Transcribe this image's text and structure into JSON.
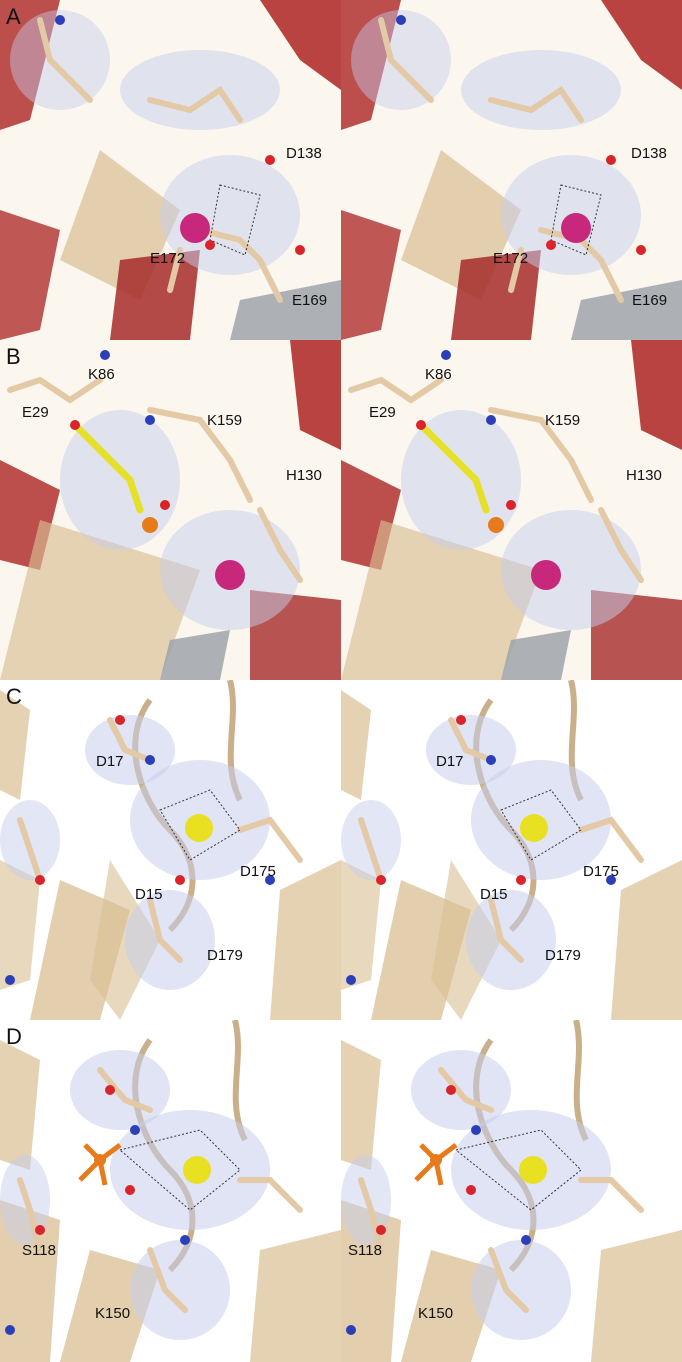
{
  "panels": [
    {
      "letter": "A",
      "labels": [
        "D138",
        "E172",
        "E169"
      ]
    },
    {
      "letter": "B",
      "labels": [
        "K86",
        "E29",
        "K159",
        "H130"
      ]
    },
    {
      "letter": "C",
      "labels": [
        "D17",
        "D175",
        "D15",
        "D179"
      ]
    },
    {
      "letter": "D",
      "labels": [
        "S118",
        "K150"
      ]
    }
  ],
  "colors": {
    "helix_red": "#b0302e",
    "sheet_tan": "#d9bf93",
    "stick_tan": "#e3c9a6",
    "oxygen": "#d9242b",
    "nitrogen": "#2b3fb8",
    "metal_magenta": "#c8287c",
    "metal_yellow": "#e8e020",
    "phosphorus": "#e77b1c",
    "ligand_yellow": "#e5e02a",
    "mesh": "#8fa0d8",
    "background_A_B": "#ffffff",
    "background_C_D": "#ffffff"
  }
}
